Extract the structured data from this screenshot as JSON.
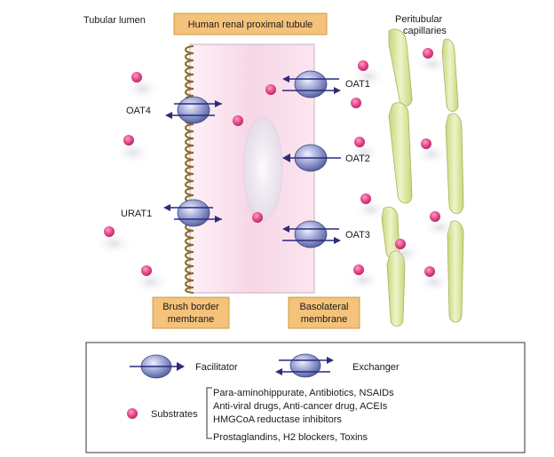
{
  "header": {
    "lumen_label": "Tubular lumen",
    "tubule_title": "Human renal proximal tubule",
    "capillary_label_line1": "Peritubular",
    "capillary_label_line2": "capillaries"
  },
  "membranes": {
    "brush_line1": "Brush border",
    "brush_line2": "membrane",
    "basolateral_line1": "Basolateral",
    "basolateral_line2": "membrane"
  },
  "transporters": {
    "oat4": "OAT4",
    "urat1": "URAT1",
    "oat1": "OAT1",
    "oat2": "OAT2",
    "oat3": "OAT3"
  },
  "legend": {
    "facilitator": "Facilitator",
    "exchanger": "Exchanger",
    "substrates": "Substrates",
    "substrate_list": [
      "Para-aminohippurate, Antibiotics, NSAIDs",
      "Anti-viral drugs, Anti-cancer drug, ACEIs",
      "HMGCoA reductase inhibitors",
      "Prostaglandins, H2 blockers, Toxins"
    ]
  },
  "colors": {
    "title_box": "#f4c27a",
    "cell_fill": "#fbe3ef",
    "substrate_dot": "#e5488a",
    "transporter": "#6f7fbf",
    "arrow": "#2c2a7a",
    "capillary": "#dfe7a6",
    "microvilli": "#8a6a2a"
  }
}
